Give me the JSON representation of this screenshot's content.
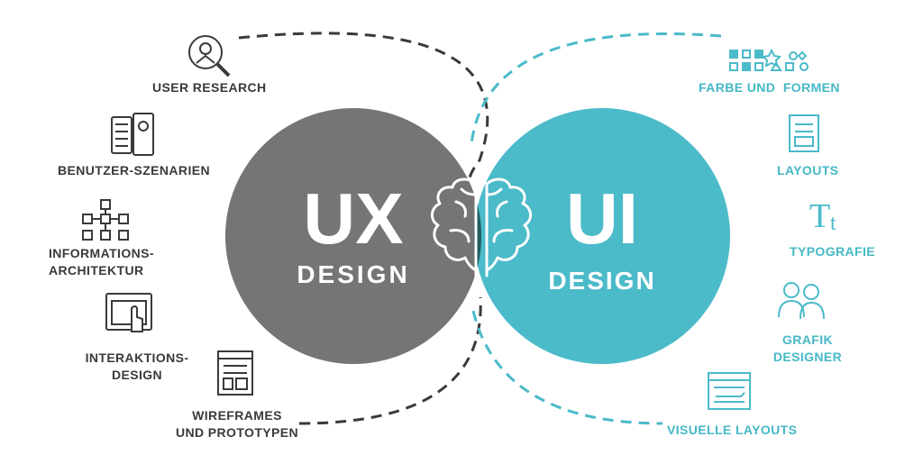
{
  "ux": {
    "title": "UX",
    "subtitle": "DESIGN",
    "color": "#767575",
    "items": [
      {
        "label": "USER RESEARCH",
        "icon": "user-research-magnifier-icon"
      },
      {
        "label": "BENUTZER-SZENARIEN",
        "icon": "user-scenarios-profile-icon"
      },
      {
        "label": "INFORMATIONS-\nARCHITEKTUR",
        "icon": "information-architecture-flowchart-icon"
      },
      {
        "label": "INTERAKTIONS-\nDESIGN",
        "icon": "interaction-touch-screen-icon"
      },
      {
        "label": "WIREFRAMES\nUND PROTOTYPEN",
        "icon": "wireframe-layout-icon"
      }
    ]
  },
  "ui": {
    "title": "UI",
    "subtitle": "DESIGN",
    "color": "#4bbac9",
    "items": [
      {
        "label": "FARBE UND  FORMEN",
        "icon": "color-shapes-icon"
      },
      {
        "label": "LAYOUTS",
        "icon": "layout-document-icon"
      },
      {
        "label": "TYPOGRAFIE",
        "icon": "typography-tt-icon"
      },
      {
        "label": "GRAFIK\nDESIGNER",
        "icon": "graphic-designers-people-icon"
      },
      {
        "label": "VISUELLE LAYOUTS",
        "icon": "visual-layout-editor-icon"
      }
    ]
  },
  "center_icon": "brain-icon",
  "colors": {
    "ux_text": "#3a3a3a",
    "ui_text": "#45b8c6",
    "overlap": "#1f5c5c",
    "dash_dark": "#3a3a3a",
    "dash_teal": "#4bbac9"
  }
}
